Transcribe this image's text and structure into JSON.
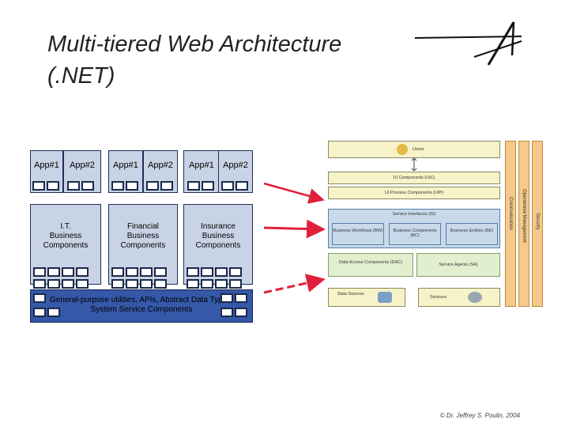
{
  "title_line1": "Multi-tiered Web Architecture",
  "title_line2": "(.NET)",
  "apps": [
    {
      "label": "App#1"
    },
    {
      "label": "App#2"
    },
    {
      "label": "App#1"
    },
    {
      "label": "App#2"
    },
    {
      "label": "App#1"
    },
    {
      "label": "App#2"
    }
  ],
  "business_components": [
    {
      "line1": "I.T.",
      "line2": "Business",
      "line3": "Components"
    },
    {
      "line1": "Financial",
      "line2": "Business",
      "line3": "Components"
    },
    {
      "line1": "Insurance",
      "line2": "Business",
      "line3": "Components"
    }
  ],
  "general_purpose": {
    "line1": "General-purpose utilities, APIs, Abstract Data Types,",
    "line2": "System Service Components"
  },
  "figure": {
    "users": "Users",
    "ui_components": "UI Components (UIC)",
    "ui_process": "UI Process Components (UIP)",
    "service_interfaces": "Service Interfaces (SI)",
    "business_workflows": "Business Workflows (BW)",
    "business_components": "Business Components (BC)",
    "business_entities": "Business Entities (BE)",
    "data_access": "Data Access Components (DAC)",
    "service_agents": "Service Agents (SA)",
    "data_sources": "Data Sources",
    "services": "Services",
    "communication": "Communication",
    "operational_management": "Operational Management",
    "security": "Security"
  },
  "copyright": "© Dr. Jeffrey S. Poulin, 2004",
  "colors": {
    "box_fill": "#c9d3e6",
    "gp_fill": "#3558a8",
    "arrow_red": "#e0203a"
  }
}
